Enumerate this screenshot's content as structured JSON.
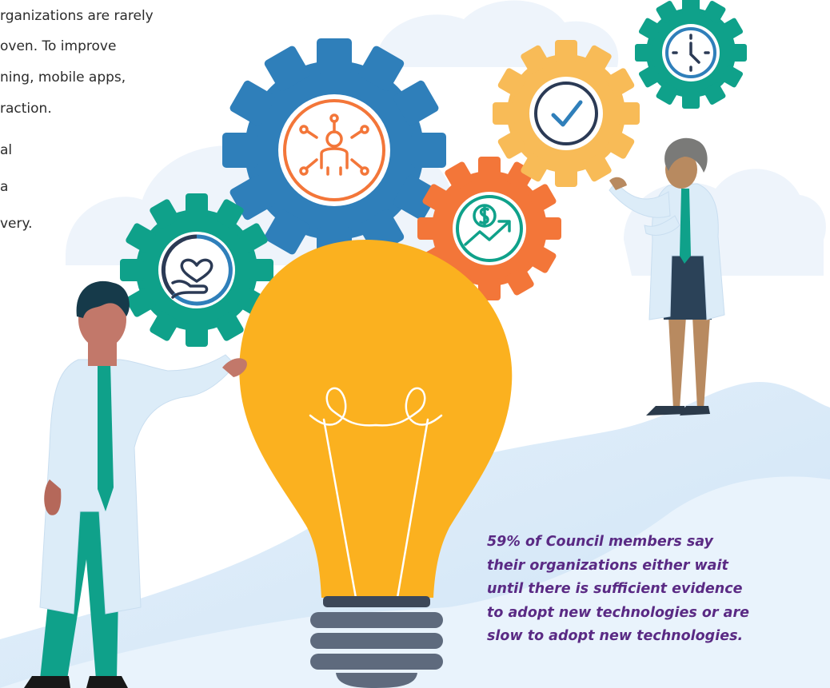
{
  "intro_text": {
    "lines": [
      "rganizations are rarely",
      "oven. To improve",
      "ning, mobile apps,",
      "raction."
    ]
  },
  "second_text": {
    "lines": [
      "al",
      "a",
      "very."
    ]
  },
  "callout": {
    "lines": [
      "59% of Council members say",
      "their organizations either wait",
      "until there is sufficient evidence",
      "to adopt new technologies or are",
      "slow to adopt new technologies."
    ]
  },
  "colors": {
    "gear_teal": "#0fa18a",
    "gear_blue": "#2f7fba",
    "gear_yellow": "#f8bb57",
    "gear_orange": "#f37639",
    "bulb": "#fbb11f",
    "callout_text": "#5a2a84",
    "cloud": "#eef4fb",
    "path": "#d9eaf8"
  },
  "icons": {
    "teal_gear_small": "heart-hand-icon",
    "blue_gear": "person-network-icon",
    "orange_gear": "dollar-growth-icon",
    "yellow_gear": "checkmark-icon",
    "teal_gear_top": "clock-icon"
  }
}
